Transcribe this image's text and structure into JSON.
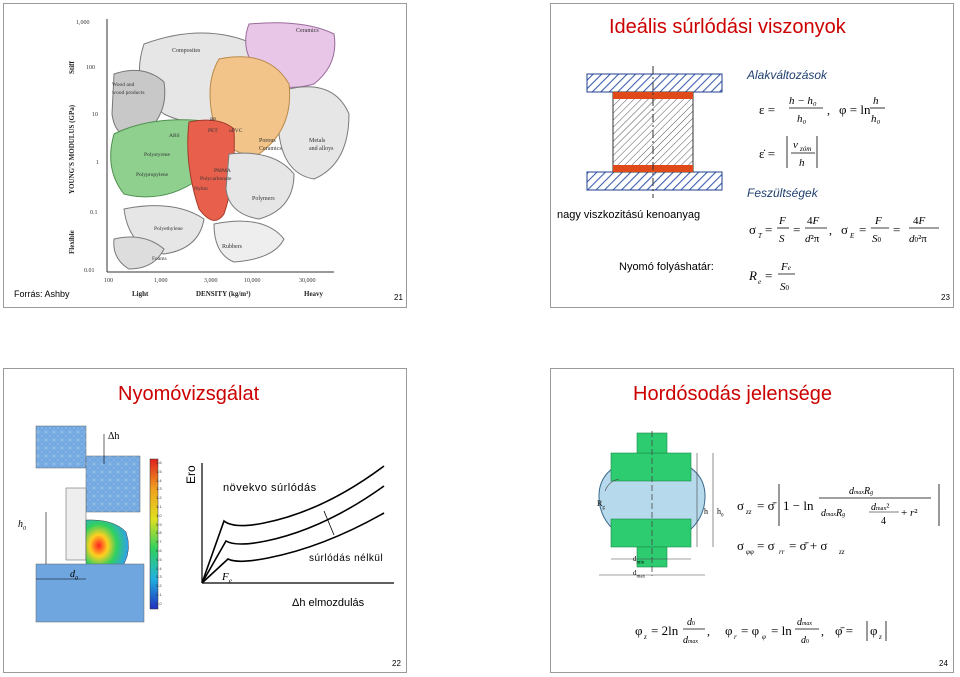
{
  "slide21": {
    "source": "Forrás: Ashby",
    "page_number": "21",
    "chart_labels": {
      "ylabel": "YOUNG'S MODULUS (GPa)",
      "y_stiff": "Stiff",
      "y_flexible": "Flexible",
      "x_light": "Light",
      "x_density": "DENSITY (kg/m³)",
      "x_heavy": "Heavy",
      "yticks": [
        "1,000",
        "100",
        "10",
        "1",
        "0.1",
        "0.01"
      ],
      "xticks": [
        "100",
        "1,000",
        "3,000",
        "10,000",
        "30,000"
      ]
    },
    "regions": [
      "Composites",
      "Ceramics",
      "Wood and wood products",
      "Metals and alloys",
      "Porous Ceramics",
      "ABS",
      "PET",
      "uPVC",
      "PP",
      "Polystyrene",
      "PMMA",
      "Polypropylene",
      "Polycarbonate",
      "Nylon",
      "Polymers",
      "Polyethylene",
      "Rubbers",
      "Foams"
    ]
  },
  "slide23": {
    "title": "Ideális súrlódási viszonyok",
    "page_number": "23",
    "label_deformations": "Alakváltozások",
    "label_stresses": "Feszültségek",
    "label_material": "nagy viszkozitású kenoanyag",
    "label_yield": "Nyomó folyáshatár:"
  },
  "slide22": {
    "title": "Nyomóvizsgálat",
    "page_number": "22",
    "delta_h": "Δh",
    "h0": "h",
    "d0": "d",
    "ero": "Ero",
    "increasing_friction": "növekvo súrlódás",
    "no_friction": "súrlódás nélkül",
    "fe": "F",
    "displacement": "Δh elmozdulás",
    "colorbar_ticks": [
      "1.6",
      "1.5",
      "1.4",
      "1.3",
      "1.2",
      "1.1",
      "1.0",
      "0.9",
      "0.8",
      "0.7",
      "0.6",
      "0.5",
      "0.4",
      "0.3",
      "0.2",
      "0.1",
      "0.0"
    ]
  },
  "slide24": {
    "title": "Hordósodás jelensége",
    "page_number": "24",
    "rg": "R",
    "h": "h",
    "h0": "h",
    "dmin": "d",
    "dmax": "d"
  },
  "colors": {
    "title_red": "#cc0000",
    "mesh_blue": "#6fa6df",
    "die_green": "#2ecc71",
    "barrel_blue": "#b7d9ec",
    "polymer_red": "#e8604c"
  }
}
